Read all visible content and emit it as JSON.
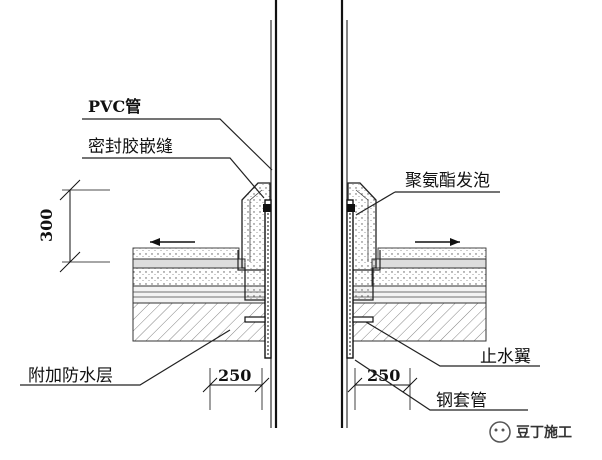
{
  "labels": {
    "pvc_pipe": "PVC管",
    "sealant_joint": "密封胶嵌缝",
    "polyurethane_foam": "聚氨酯发泡",
    "additional_waterproof_layer": "附加防水层",
    "water_stop_wing": "止水翼",
    "steel_sleeve": "钢套管"
  },
  "dimensions": {
    "height": "300",
    "left_width": "250",
    "right_width": "250"
  },
  "watermark": {
    "text": "豆丁施工"
  }
}
